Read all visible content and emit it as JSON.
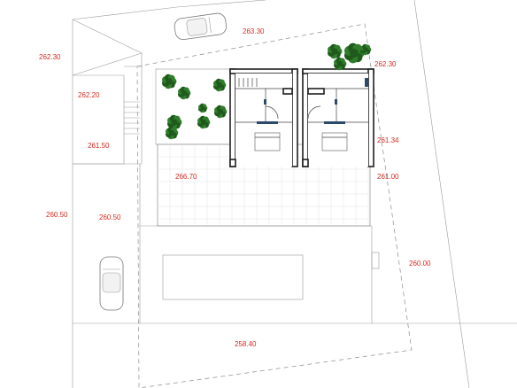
{
  "elevation_labels": [
    {
      "id": "elev-top-road",
      "text": "263.30"
    },
    {
      "id": "elev-left-top",
      "text": "262.30"
    },
    {
      "id": "elev-right-top",
      "text": "262.30"
    },
    {
      "id": "elev-left-upper",
      "text": "262.20"
    },
    {
      "id": "elev-left-mid",
      "text": "261.50"
    },
    {
      "id": "elev-right-mid",
      "text": "261.34"
    },
    {
      "id": "elev-terrace",
      "text": "266.70"
    },
    {
      "id": "elev-right-lower",
      "text": "261.00"
    },
    {
      "id": "elev-far-left",
      "text": "260.50"
    },
    {
      "id": "elev-driveway",
      "text": "260.50"
    },
    {
      "id": "elev-far-right",
      "text": "260.00"
    },
    {
      "id": "elev-bottom",
      "text": "258.40"
    }
  ],
  "colors": {
    "label": "#d42a1e",
    "walls": "#1e1e1e",
    "lines": "#9a9a9a",
    "trees": "#2f7d2a",
    "window": "#2b4a6b"
  },
  "icons": [
    "car-top-view",
    "tree-top-view"
  ]
}
